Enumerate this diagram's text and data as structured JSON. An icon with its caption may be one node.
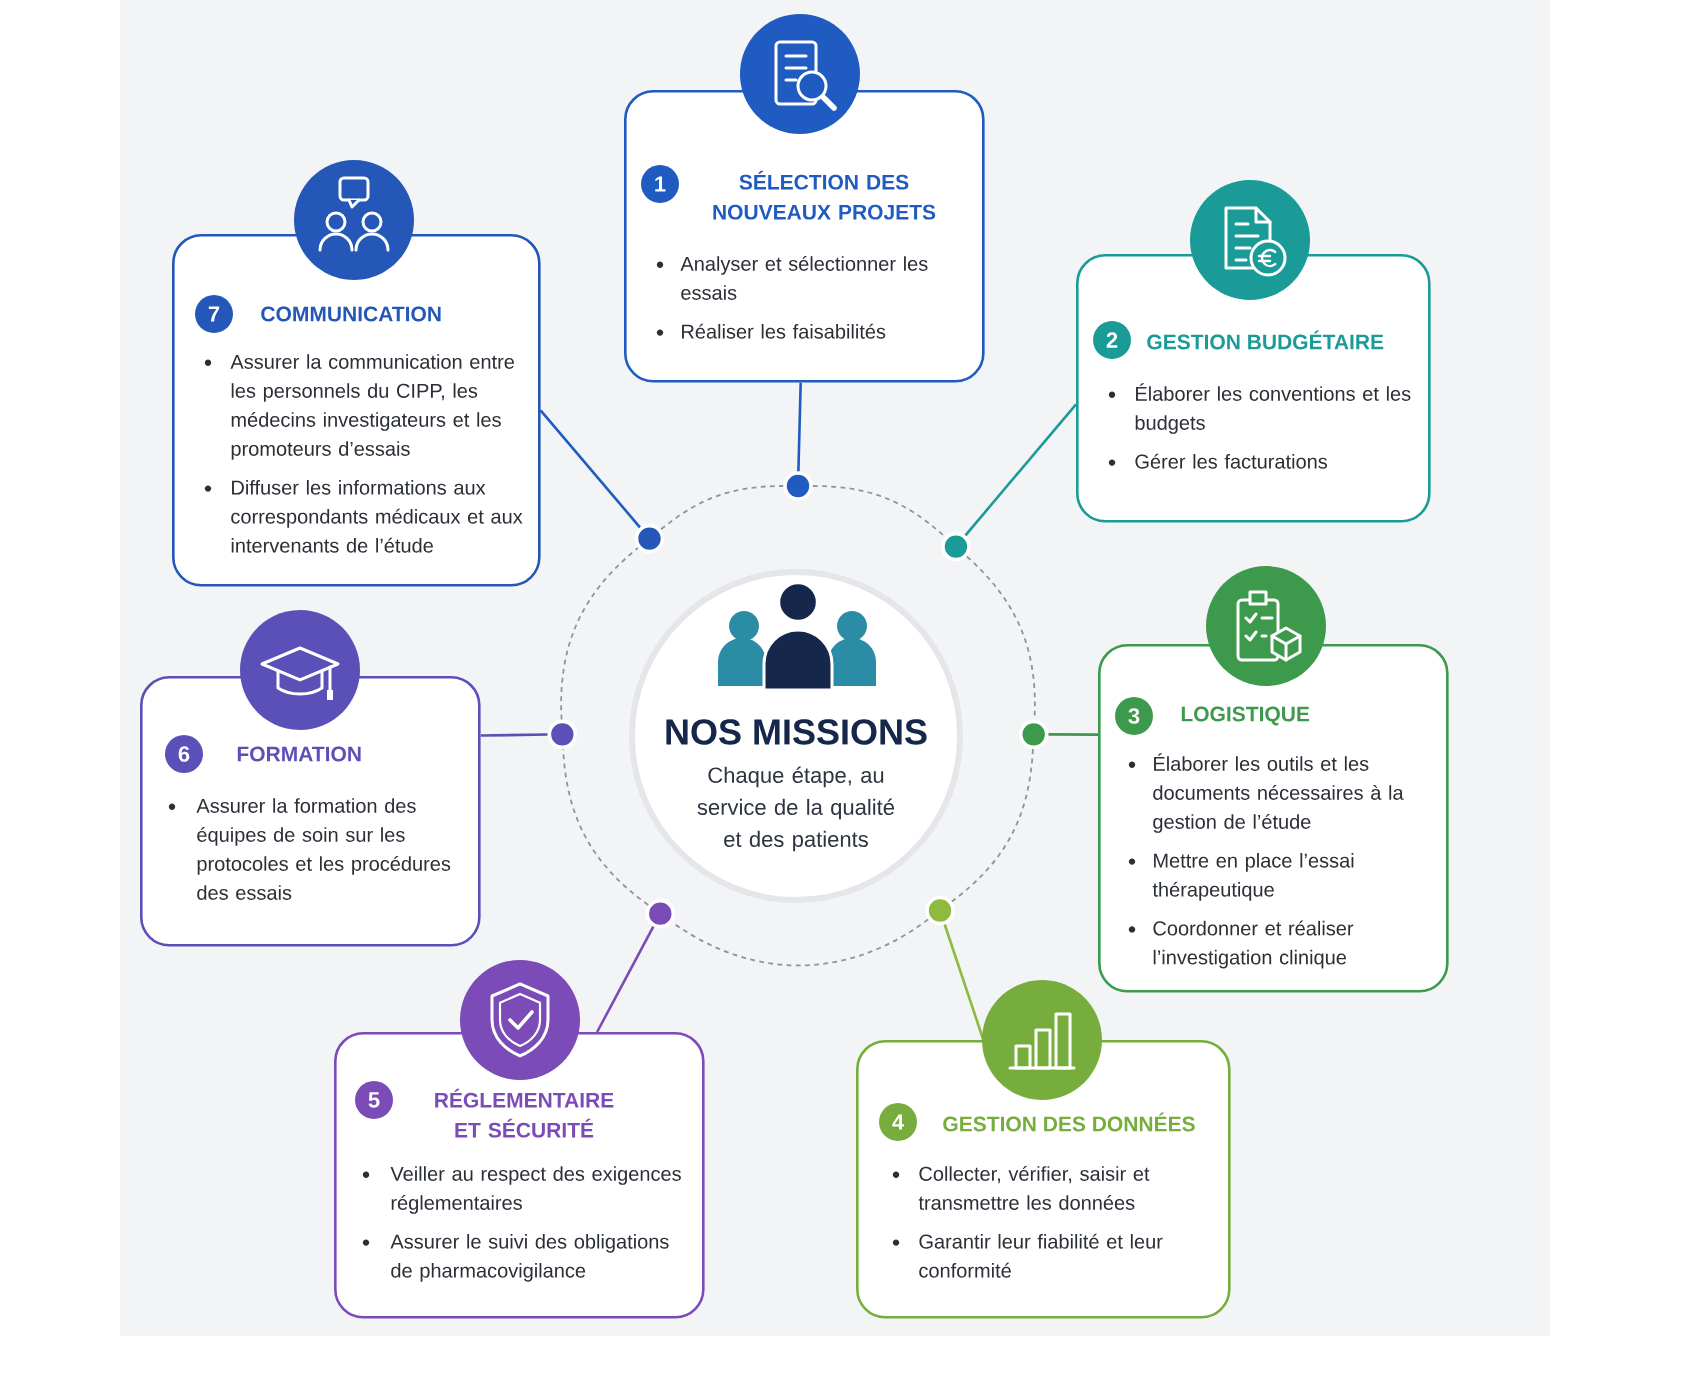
{
  "diagram": {
    "nodes": [
      {
        "text": [
          "SÉLECTION DES NOUVEAUX PROJETS",
          "Analyser et sélectionner les essais",
          "Réaliser les faisabilités"
        ]
      },
      {
        "text": [
          "1"
        ],
        "in": 0
      },
      {
        "text": [
          "GESTION BUDGÉTAIRE",
          "Élaborer les conventions et les budgets",
          "Gérer les facturations"
        ]
      },
      {
        "text": [
          "2"
        ],
        "in": 2
      },
      {
        "text": [
          "LOGISTIQUE",
          "Élaborer les outils et les documents nécessaires à la gestion de l’étude",
          "Mettre en place l’essai thérapeutique",
          "Coordonner et réaliser l’investigation clinique"
        ]
      },
      {
        "text": [
          "3"
        ],
        "in": 4
      },
      {
        "text": [
          "GESTION DES DONNÉES",
          "Collecter, vérifier, saisir et transmettre les données",
          "Garantir leur fiabilité et leur conformité"
        ]
      },
      {
        "text": [
          "4"
        ],
        "in": 6
      },
      {
        "text": [
          "RÉGLEMENTAIRE ET SÉCURITÉ",
          "Veiller au respect des exigences réglementaires",
          "Assurer le suivi des obligations de pharmacovigilance"
        ]
      },
      {
        "text": [
          "5"
        ],
        "in": 8
      },
      {
        "text": [
          "FORMATION",
          "Assurer la formation des équipes de soin sur les protocoles et les procédures des essais"
        ]
      },
      {
        "text": [
          "6"
        ],
        "in": 10
      },
      {
        "text": [
          "COMMUNICATION",
          "Assurer la communication entre les personnels du CIPP, les médecins investigateurs et les promoteurs d’essais",
          "Diffuser les informations aux correspondants médicaux et aux intervenants de l’étude"
        ]
      },
      {
        "text": [
          "7"
        ],
        "in": 12
      },
      {
        "text": [
          "NOS MISSIONS",
          "Chaque étape, au service de la qualité et des patients"
        ]
      },
      {
        "text": [],
        "shape": "circle"
      },
      {
        "text": [],
        "shape": "circle"
      },
      {
        "text": [],
        "shape": "circle"
      },
      {
        "text": [],
        "shape": "circle"
      },
      {
        "text": [],
        "shape": "circle"
      },
      {
        "text": [],
        "shape": "circle"
      },
      {
        "text": [],
        "shape": "circle"
      }
    ],
    "edges": [
      {
        "from": 0,
        "to": 15,
        "arrow": "none",
        "color": "#1f5bc0"
      },
      {
        "from": 2,
        "to": 16,
        "arrow": "none",
        "color": "#1a9b98"
      },
      {
        "from": 4,
        "to": 17,
        "arrow": "none",
        "color": "#3d9a4c"
      },
      {
        "from": 6,
        "to": 18,
        "arrow": "none",
        "color": "#8dba3f"
      },
      {
        "from": 8,
        "to": 19,
        "arrow": "none",
        "color": "#7b4bb7"
      },
      {
        "from": 10,
        "to": 20,
        "arrow": "none",
        "color": "#5b4fb8"
      },
      {
        "from": 12,
        "to": 21,
        "arrow": "none",
        "color": "#1f5bc0"
      },
      {
        "from": 15,
        "to": 16,
        "arrow": "none",
        "style": "dashed"
      },
      {
        "from": 16,
        "to": 17,
        "arrow": "none",
        "style": "dashed"
      },
      {
        "from": 17,
        "to": 18,
        "arrow": "none",
        "style": "dashed"
      },
      {
        "from": 18,
        "to": 19,
        "arrow": "none",
        "style": "dashed"
      },
      {
        "from": 19,
        "to": 20,
        "arrow": "none",
        "style": "dashed"
      },
      {
        "from": 20,
        "to": 21,
        "arrow": "none",
        "style": "dashed"
      },
      {
        "from": 21,
        "to": 15,
        "arrow": "none",
        "style": "dashed"
      }
    ]
  }
}
